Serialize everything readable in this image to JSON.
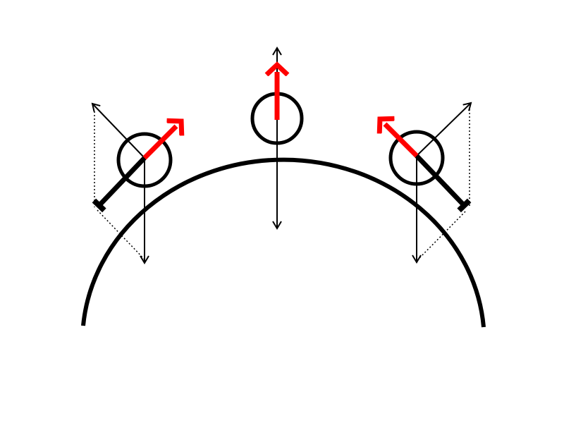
{
  "colors": {
    "background": "#ffffff",
    "stroke": "#000000",
    "normal_force": "#ff0000"
  },
  "diagram": {
    "surface": "circular-arc",
    "balls": [
      {
        "position": "left",
        "forces": [
          "gravity",
          "normal-force",
          "radial-component",
          "tangential-component"
        ]
      },
      {
        "position": "top",
        "forces": [
          "gravity",
          "normal-force",
          "upward-reference"
        ]
      },
      {
        "position": "right",
        "forces": [
          "gravity",
          "normal-force",
          "radial-component",
          "tangential-component"
        ]
      }
    ]
  }
}
